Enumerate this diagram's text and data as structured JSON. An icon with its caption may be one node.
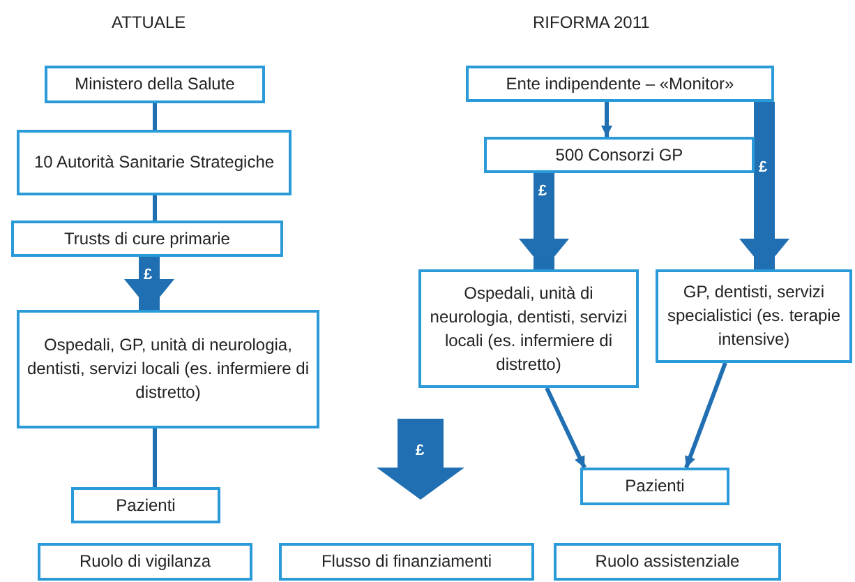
{
  "diagram": {
    "nodes": [
      {
        "text": [
          "Ministero della Salute"
        ]
      },
      {
        "text": [
          "10 Autorità Sanitarie Strategiche"
        ]
      },
      {
        "text": [
          "Trusts di cure primarie"
        ]
      },
      {
        "text": [
          "Ospedali, GP, unità di neurologia, dentisti, servizi locali (es. infermiere di distretto)"
        ]
      },
      {
        "text": [
          "Pazienti"
        ]
      },
      {
        "text": [
          "Ente indipendente – «Monitor»"
        ]
      },
      {
        "text": [
          "500 Consorzi GP"
        ]
      },
      {
        "text": [
          "Ospedali, unità di neurologia, dentisti, servizi locali (es. infermiere di distretto)"
        ]
      },
      {
        "text": [
          "GP, dentisti, servizi specialistici (es. terapie intensive)"
        ]
      },
      {
        "text": [
          "Pazienti"
        ]
      },
      {
        "text": [
          "Ruolo di vigilanza"
        ]
      },
      {
        "text": [
          "Flusso di finanziamenti"
        ]
      },
      {
        "text": [
          "Ruolo assistenziale"
        ]
      }
    ],
    "edges": [
      {
        "from": 0,
        "to": 1,
        "arrow": "none"
      },
      {
        "from": 1,
        "to": 2,
        "arrow": "none"
      },
      {
        "from": 2,
        "to": 3,
        "arrow": "to",
        "label": "£",
        "style": "thick"
      },
      {
        "from": 3,
        "to": 4,
        "arrow": "none"
      },
      {
        "from": 5,
        "to": 6,
        "arrow": "to"
      },
      {
        "from": 6,
        "to": 7,
        "arrow": "to",
        "label": "£",
        "style": "thick"
      },
      {
        "from": 5,
        "to": 8,
        "arrow": "to",
        "label": "£",
        "style": "thick"
      },
      {
        "from": 7,
        "to": 9,
        "arrow": "to"
      },
      {
        "from": 8,
        "to": 9,
        "arrow": "to"
      }
    ],
    "labels": [
      "ATTUALE",
      "RIFORMA 2011",
      "£"
    ]
  }
}
